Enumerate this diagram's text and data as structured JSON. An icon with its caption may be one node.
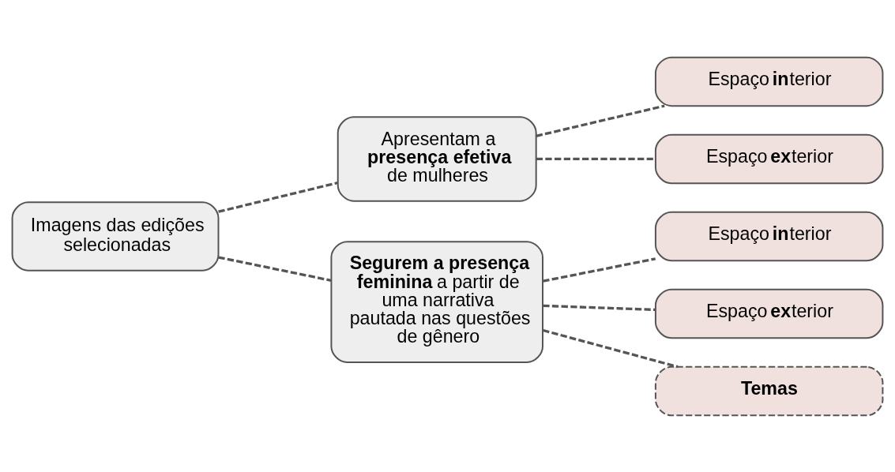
{
  "diagram": {
    "nodes": [
      {
        "text": [
          "Imagens das edições selecionadas"
        ]
      },
      {
        "text": [
          "Apresentam a **presença efetiva** de mulheres"
        ]
      },
      {
        "text": [
          "Espaço **in**terior"
        ]
      },
      {
        "text": [
          "Espaço **ex**terior"
        ]
      },
      {
        "text": [
          "**Segurem a presença feminina** a partir de uma narrativa pautada nas questões de gênero"
        ]
      },
      {
        "text": [
          "Espaço **in**terior"
        ]
      },
      {
        "text": [
          "Espaço **ex**terior"
        ]
      },
      {
        "text": [
          "Temas"
        ]
      }
    ],
    "edges": [
      {
        "from": 0,
        "to": 1,
        "arrow": "none",
        "style": "dashed"
      },
      {
        "from": 0,
        "to": 4,
        "arrow": "none",
        "style": "dashed"
      },
      {
        "from": 1,
        "to": 2,
        "arrow": "none",
        "style": "dashed"
      },
      {
        "from": 1,
        "to": 3,
        "arrow": "none",
        "style": "dashed"
      },
      {
        "from": 4,
        "to": 5,
        "arrow": "none",
        "style": "dashed"
      },
      {
        "from": 4,
        "to": 6,
        "arrow": "none",
        "style": "dashed"
      },
      {
        "from": 4,
        "to": 7,
        "arrow": "none",
        "style": "dashed"
      }
    ]
  }
}
